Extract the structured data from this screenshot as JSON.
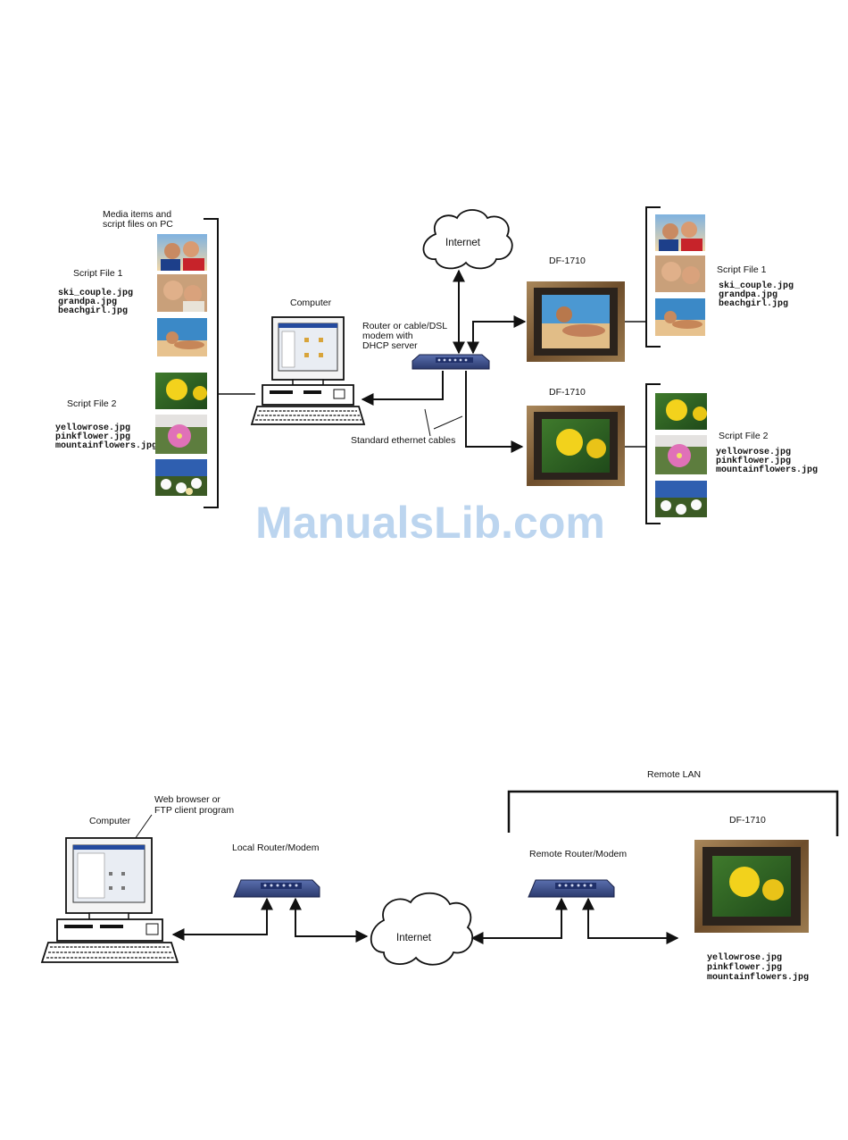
{
  "top": {
    "pc_media_label": [
      "Media items and",
      "script files on PC"
    ],
    "script1_label": "Script File 1",
    "script1_files": [
      "ski_couple.jpg",
      "grandpa.jpg",
      "beachgirl.jpg"
    ],
    "script2_label": "Script File 2",
    "script2_files": [
      "yellowrose.jpg",
      "pinkflower.jpg",
      "mountainflowers.jpg"
    ],
    "computer_label": "Computer",
    "internet_label": "Internet",
    "router_label": [
      "Router or cable/DSL",
      "modem with",
      "DHCP server"
    ],
    "cables_label": "Standard ethernet cables",
    "frame1_label": "DF-1710",
    "frame2_label": "DF-1710",
    "right_script1_label": "Script File 1",
    "right_script1_files": [
      "ski_couple.jpg",
      "grandpa.jpg",
      "beachgirl.jpg"
    ],
    "right_script2_label": "Script File 2",
    "right_script2_files": [
      "yellowrose.jpg",
      "pinkflower.jpg",
      "mountainflowers.jpg"
    ]
  },
  "watermark": "ManualsLib.com",
  "bottom": {
    "remote_lan_label": "Remote LAN",
    "frame_label": "DF-1710",
    "computer_label": "Computer",
    "browser_label": [
      "Web browser or",
      "FTP client program"
    ],
    "local_router_label": "Local Router/Modem",
    "internet_label": "Internet",
    "remote_router_label": "Remote Router/Modem",
    "frame_files": [
      "yellowrose.jpg",
      "pinkflower.jpg",
      "mountainflowers.jpg"
    ]
  },
  "colors": {
    "router": "#3b4e8a",
    "frame_wood": "#7a5a33",
    "mat": "#2b231c",
    "watermark": "#bcd5ef"
  }
}
